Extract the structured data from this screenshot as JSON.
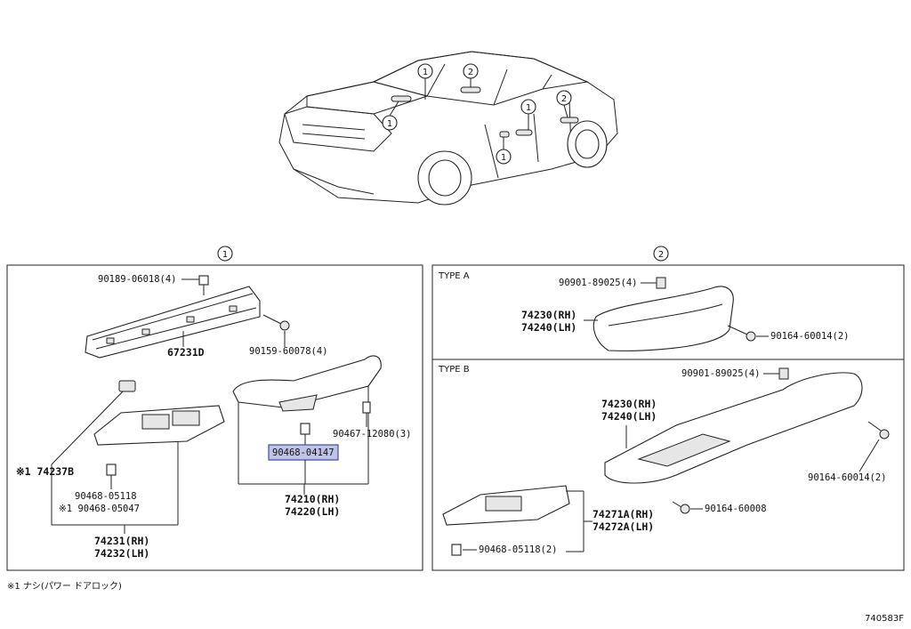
{
  "callouts": {
    "one": "1",
    "two": "2"
  },
  "section1": {
    "labels": {
      "bolt_top": "90189-06018(4)",
      "bracket": "67231D",
      "screw_right": "90159-60078(4)",
      "cap": "※1 74237B",
      "clip_small": "90467-12080(3)",
      "highlight": "90468-04147",
      "clip_a": "90468-05118",
      "clip_b": "※1 90468-05047",
      "handle_rh": "74210(RH)",
      "handle_lh": "74220(LH)",
      "base_rh": "74231(RH)",
      "base_lh": "74232(LH)"
    }
  },
  "section2": {
    "type_a": {
      "title": "TYPE A",
      "clip": "90901-89025(4)",
      "handle_rh": "74230(RH)",
      "handle_lh": "74240(LH)",
      "screw": "90164-60014(2)"
    },
    "type_b": {
      "title": "TYPE B",
      "clip": "90901-89025(4)",
      "handle_rh": "74230(RH)",
      "handle_lh": "74240(LH)",
      "screw": "90164-60014(2)",
      "screw2": "90164-60008",
      "base_rh": "74271A(RH)",
      "base_lh": "74272A(LH)",
      "clip2": "90468-05118(2)"
    }
  },
  "footnote": "※1 ナシ(パワー ドアロック)",
  "diagram_id": "740583F"
}
